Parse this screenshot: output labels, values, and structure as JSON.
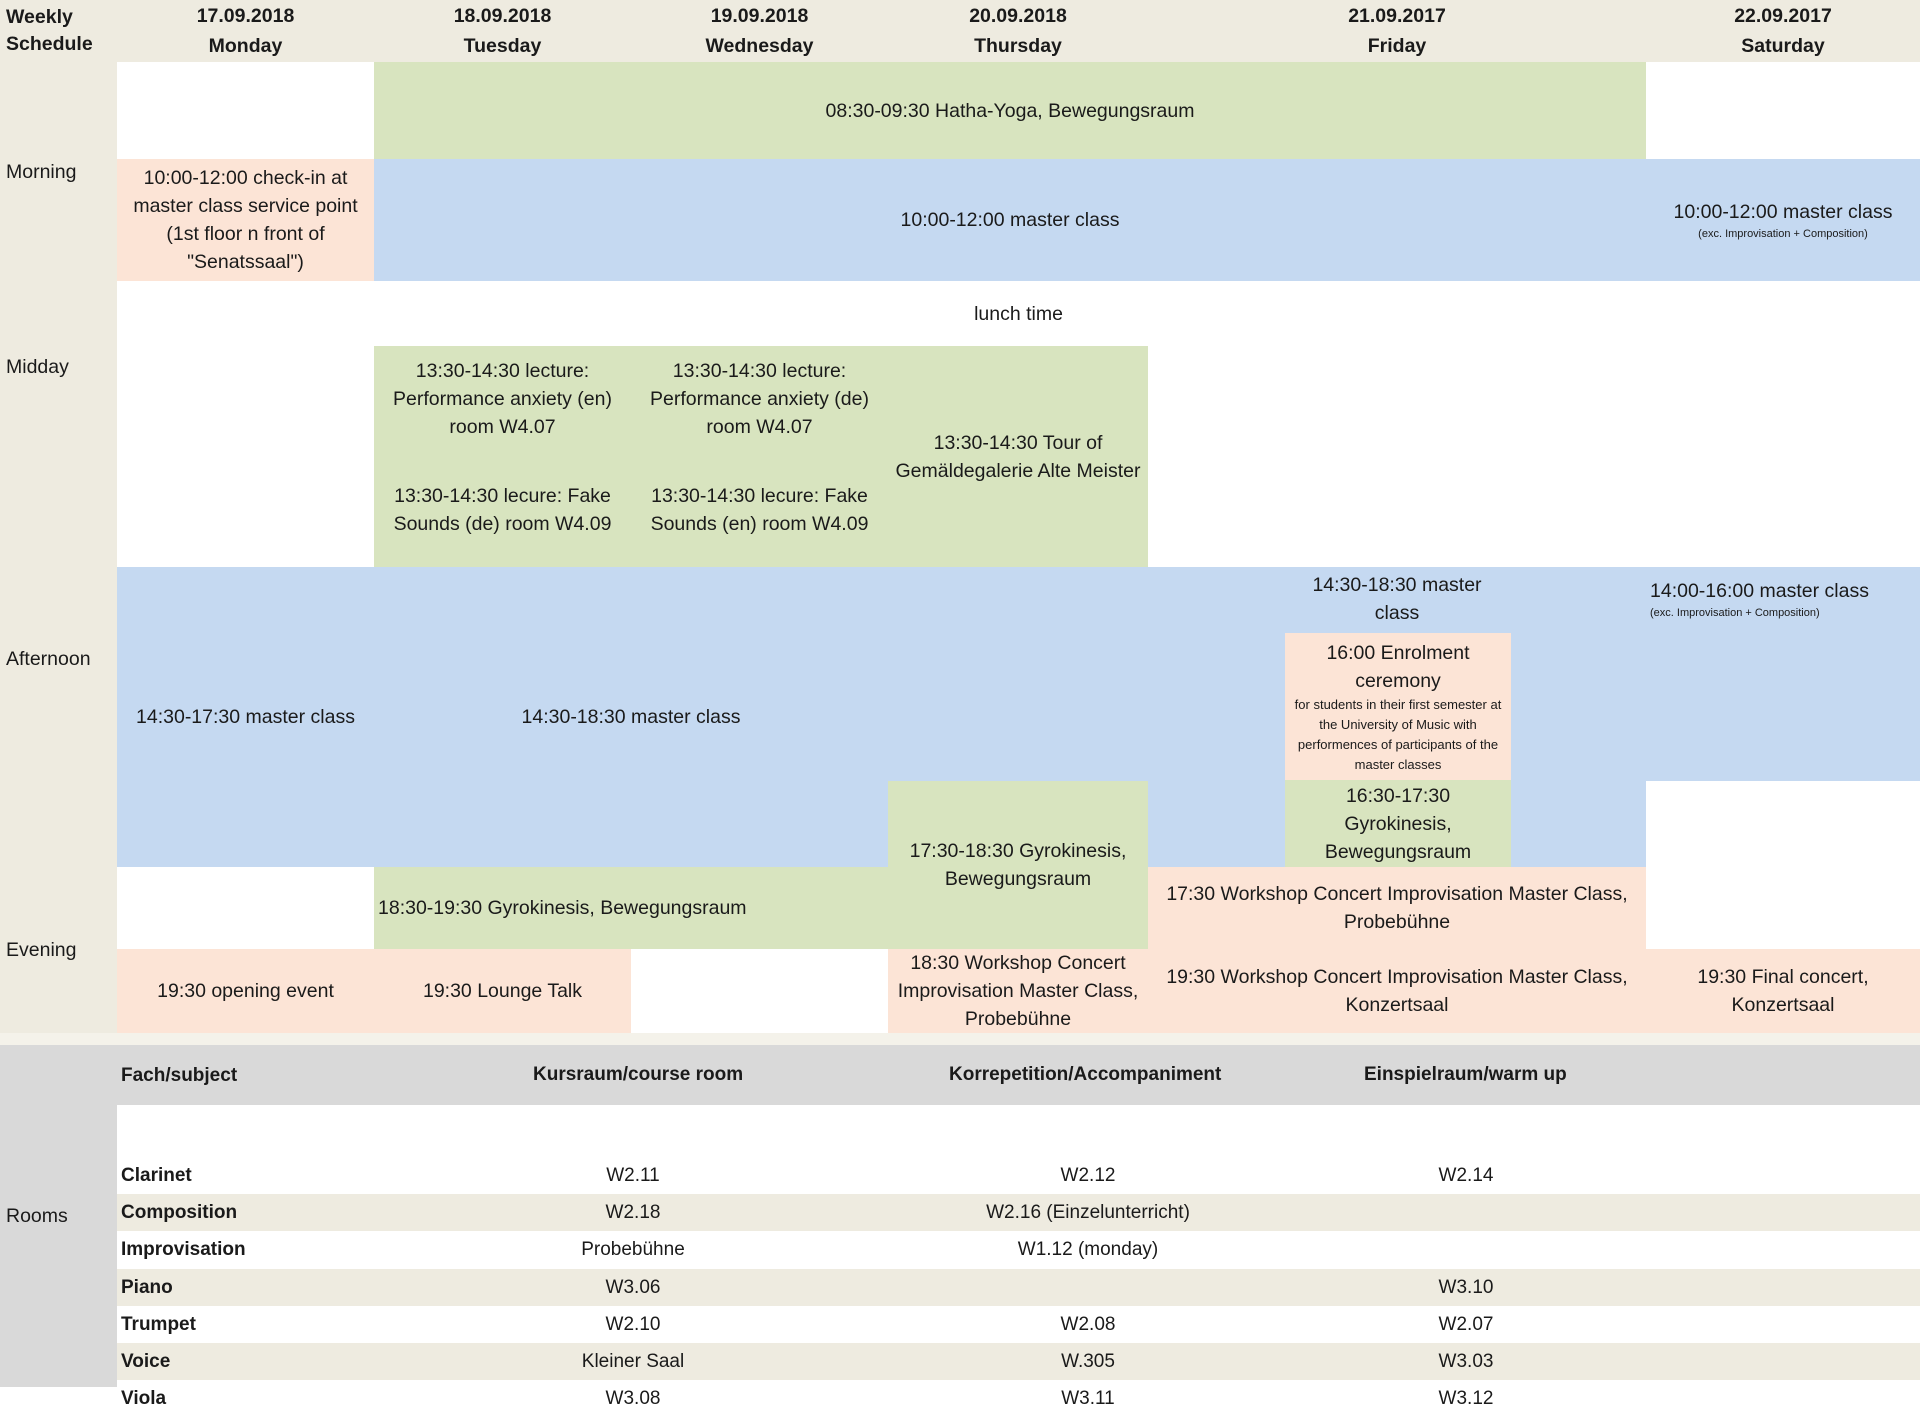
{
  "header": {
    "corner": [
      "Weekly",
      "Schedule"
    ],
    "days": [
      {
        "date": "17.09.2018",
        "name": "Monday"
      },
      {
        "date": "18.09.2018",
        "name": "Tuesday"
      },
      {
        "date": "19.09.2018",
        "name": "Wednesday"
      },
      {
        "date": "20.09.2018",
        "name": "Thursday"
      },
      {
        "date": "21.09.2017",
        "name": "Friday"
      },
      {
        "date": "22.09.2017",
        "name": "Saturday"
      }
    ]
  },
  "periods": {
    "morning": "Morning",
    "midday": "Midday",
    "afternoon": "Afternoon",
    "evening": "Evening",
    "rooms": "Rooms"
  },
  "events": {
    "yoga": "08:30-09:30 Hatha-Yoga, Bewegungsraum",
    "checkin": "10:00-12:00 check-in at master class service point (1st floor n front of \"Senatssaal\")",
    "mc_morning": "10:00-12:00 master class",
    "mc_sat_morning": "10:00-12:00 master class",
    "mc_sat_morning_note": "(exc. Improvisation + Composition)",
    "lunch": "lunch time",
    "lecture_tue_1": "13:30-14:30 lecture: Performance anxiety (en) room W4.07",
    "lecture_wed_1": "13:30-14:30 lecture: Performance anxiety (de) room W4.07",
    "tour_thu": "13:30-14:30 Tour of Gemäldegalerie Alte Meister",
    "lecture_tue_2": "13:30-14:30 lecure: Fake Sounds (de) room W4.09",
    "lecture_wed_2": "13:30-14:30 lecure: Fake Sounds (en) room W4.09",
    "mc_mon_aft": "14:30-17:30 master class",
    "mc_tuewed_aft": "14:30-18:30 master class",
    "mc_fri_aft": "14:30-18:30 master class",
    "mc_sat_aft": "14:00-16:00 master class",
    "mc_sat_aft_note": "(exc. Improvisation + Composition)",
    "enrol_title": "16:00 Enrolment ceremony",
    "enrol_note": "for students in their first semester at the University of Music with performences of participants of the master classes",
    "gyro_fri": "16:30-17:30 Gyrokinesis, Bewegungsraum",
    "gyro_thu": "17:30-18:30 Gyrokinesis, Bewegungsraum",
    "gyro_tuewed": "18:30-19:30 Gyrokinesis, Bewegungsraum",
    "workshop_fri_1": "17:30 Workshop Concert Improvisation Master Class, Probebühne",
    "opening": "19:30 opening event",
    "lounge": "19:30 Lounge Talk",
    "workshop_thu": "18:30 Workshop Concert Improvisation Master Class, Probebühne",
    "workshop_fri_2": "19:30 Workshop Concert Improvisation Master Class, Konzertsaal",
    "final": "19:30 Final concert, Konzertsaal"
  },
  "rooms": {
    "headers": [
      "Fach/subject",
      "Kursraum/course room",
      "Korrepetition/Accompaniment",
      "Einspielraum/warm up"
    ],
    "rows": [
      {
        "subject": "Clarinet",
        "course": "W2.11",
        "accomp": "W2.12",
        "warmup": "W2.14"
      },
      {
        "subject": "Composition",
        "course": "W2.18",
        "accomp": "W2.16 (Einzelunterricht)",
        "warmup": ""
      },
      {
        "subject": "Improvisation",
        "course": "Probebühne",
        "accomp": "W1.12  (monday)",
        "warmup": ""
      },
      {
        "subject": "Piano",
        "course": "W3.06",
        "accomp": "",
        "warmup": "W3.10"
      },
      {
        "subject": "Trumpet",
        "course": "W2.10",
        "accomp": "W2.08",
        "warmup": "W2.07"
      },
      {
        "subject": "Voice",
        "course": "Kleiner Saal",
        "accomp": "W.305",
        "warmup": "W3.03"
      },
      {
        "subject": "Viola",
        "course": "W3.08",
        "accomp": "W3.11",
        "warmup": "W3.12"
      }
    ]
  },
  "colors": {
    "header_beige": "#eeebe0",
    "green": "#d8e4bf",
    "blue": "#c5d9f1",
    "peach": "#fce4d6",
    "rooms_header_gray": "#d9d9d9"
  }
}
